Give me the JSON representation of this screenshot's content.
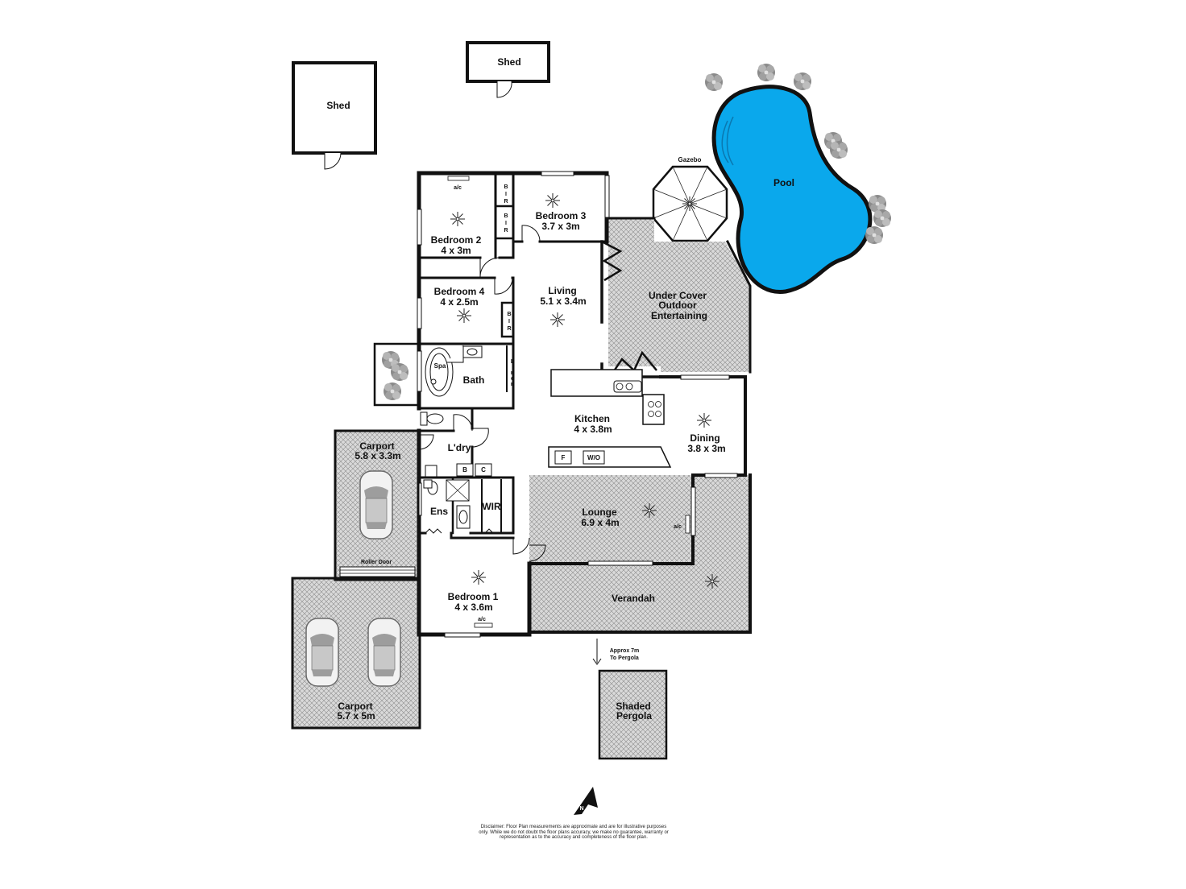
{
  "outbuildings": {
    "shed_left": "Shed",
    "shed_top": "Shed",
    "gazebo": "Gazebo",
    "pool": "Pool",
    "shaded_pergola_line1": "Shaded",
    "shaded_pergola_line2": "Pergola"
  },
  "rooms": {
    "bedroom2": {
      "name": "Bedroom 2",
      "size": "4 x 3m"
    },
    "bedroom3": {
      "name": "Bedroom 3",
      "size": "3.7 x 3m"
    },
    "bedroom4": {
      "name": "Bedroom 4",
      "size": "4 x 2.5m"
    },
    "living": {
      "name": "Living",
      "size": "5.1 x 3.4m"
    },
    "outdoor": {
      "line1": "Under Cover",
      "line2": "Outdoor",
      "line3": "Entertaining"
    },
    "bath": {
      "name": "Bath"
    },
    "spa": {
      "name": "Spa"
    },
    "kitchen": {
      "name": "Kitchen",
      "size": "4 x 3.8m"
    },
    "dining": {
      "name": "Dining",
      "size": "3.8 x 3m"
    },
    "laundry": {
      "name": "L'dry"
    },
    "carport1": {
      "name": "Carport",
      "size": "5.8 x 3.3m"
    },
    "carport2": {
      "name": "Carport",
      "size": "5.7 x 5m"
    },
    "ensuite": {
      "name": "Ens"
    },
    "wir": {
      "name": "WIR"
    },
    "lounge": {
      "name": "Lounge",
      "size": "6.9 x 4m"
    },
    "bedroom1": {
      "name": "Bedroom 1",
      "size": "4 x 3.6m"
    },
    "verandah": {
      "name": "Verandah"
    }
  },
  "fixtures": {
    "ac": "a/c",
    "bir_b": "B",
    "bir_i": "I",
    "bir_r": "R",
    "linen": [
      "L",
      "i",
      "n",
      "e",
      "n"
    ],
    "fridge": "F",
    "wall_oven": "W/O",
    "cupboard_b": "B",
    "cupboard_c": "C",
    "roller_door": "Roller Door"
  },
  "notes": {
    "pergola_distance_line1": "Approx 7m",
    "pergola_distance_line2": "To Pergola",
    "compass": "N",
    "disclaimer": "Disclaimer: Floor Plan measurements are approximate and are for illustrative purposes only. While we do not doubt the floor plans accuracy, we make no guarantee, warranty or representation as to the accuracy and completeness of the floor plan."
  },
  "colors": {
    "wall": "#111111",
    "pool_water": "#0aa8ec",
    "hatch": "#9a9a9a",
    "outdoor_fill": "#d6d6d6"
  }
}
